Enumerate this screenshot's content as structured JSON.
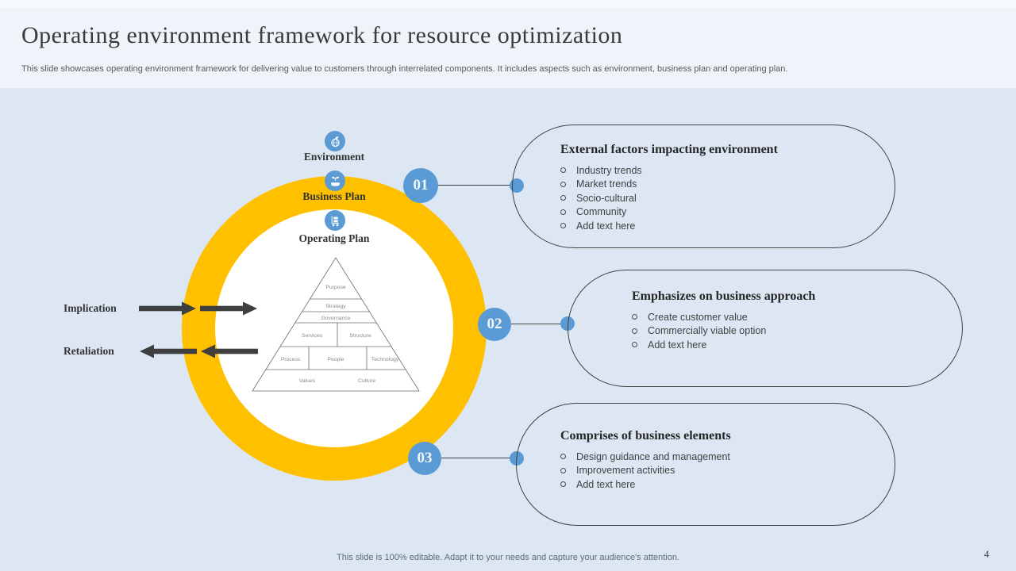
{
  "header": {
    "title": "Operating environment framework for resource optimization",
    "subtitle": "This slide showcases operating environment framework for delivering value to customers through interrelated components. It includes aspects such as environment, business plan and operating plan."
  },
  "rings": {
    "items": [
      {
        "label": "Environment",
        "icon": "globe-plant-icon"
      },
      {
        "label": "Business Plan",
        "icon": "hand-growth-icon"
      },
      {
        "label": "Operating Plan",
        "icon": "logistics-cart-icon"
      }
    ]
  },
  "pyramid": {
    "levels": [
      "Purpose",
      "Strategy",
      "Governance",
      "Services",
      "Structure",
      "Process",
      "People",
      "Technology",
      "Values",
      "Culture"
    ]
  },
  "arrows": [
    {
      "label": "Implication",
      "direction": "right"
    },
    {
      "label": "Retaliation",
      "direction": "left"
    }
  ],
  "callouts": [
    {
      "number": "01",
      "title": "External factors impacting environment",
      "items": [
        "Industry trends",
        "Market trends",
        "Socio-cultural",
        "Community",
        "Add text here"
      ]
    },
    {
      "number": "02",
      "title": "Emphasizes on business approach",
      "items": [
        "Create customer value",
        "Commercially viable option",
        "Add text here"
      ]
    },
    {
      "number": "03",
      "title": "Comprises of business elements",
      "items": [
        "Design guidance and management",
        "Improvement activities",
        "Add text here"
      ]
    }
  ],
  "footer": {
    "note": "This slide is 100% editable. Adapt it to your needs and capture your audience's attention.",
    "page_number": "4"
  },
  "colors": {
    "accent_yellow": "#FFC000",
    "accent_blue": "#5B9BD5",
    "header_bg": "#EEF4FA",
    "canvas_bg": "#DCE7F3",
    "outline": "#404040"
  }
}
